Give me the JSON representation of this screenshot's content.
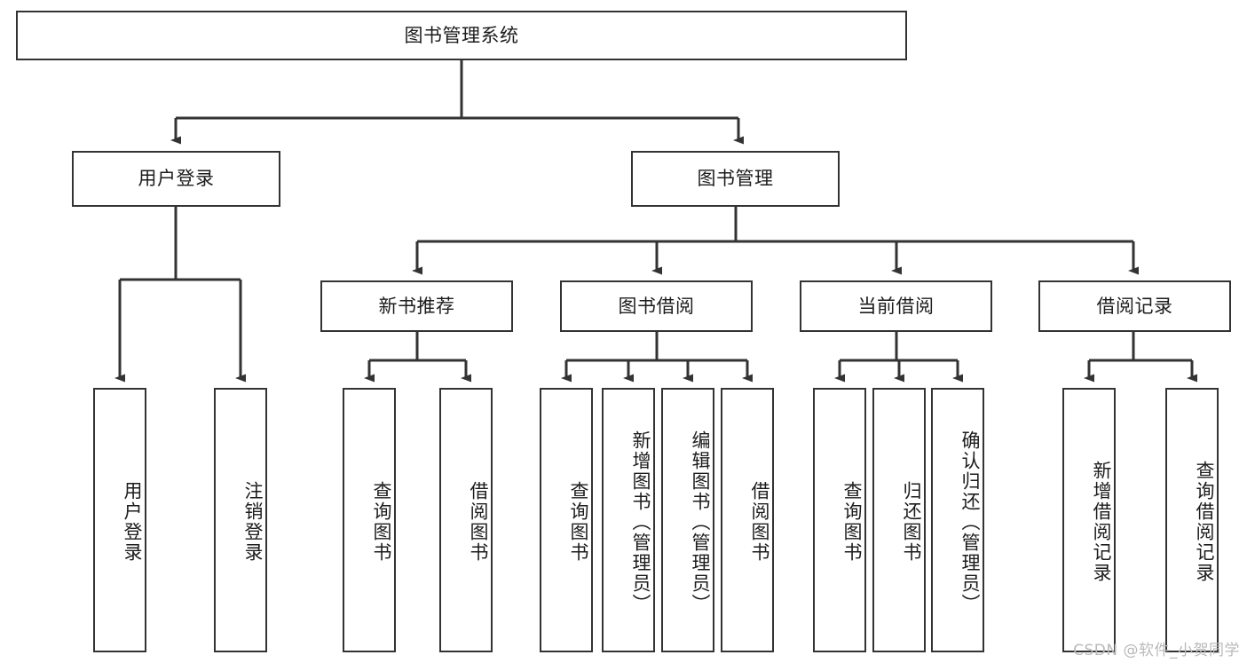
{
  "diagram": {
    "title": "图书管理系统",
    "type": "tree-hierarchy-chart",
    "edge_color": "#333333",
    "box_border_color": "#333333",
    "box_fill_color": "#ffffff",
    "watermark": "CSDN @软件_小贺同学"
  },
  "nodes": {
    "root": {
      "label": "图书管理系统"
    },
    "level2": [
      {
        "id": "user-login",
        "label": "用户登录"
      },
      {
        "id": "book-manage",
        "label": "图书管理"
      }
    ],
    "level3": [
      {
        "id": "new-book-recommend",
        "label": "新书推荐"
      },
      {
        "id": "book-borrow",
        "label": "图书借阅"
      },
      {
        "id": "current-borrow",
        "label": "当前借阅"
      },
      {
        "id": "borrow-record",
        "label": "借阅记录"
      }
    ],
    "leaves": {
      "user_login": [
        {
          "id": "leaf-user-login",
          "label": "用户登录"
        },
        {
          "id": "leaf-logout-login",
          "label": "注销登录"
        }
      ],
      "new_book_recommend": [
        {
          "id": "leaf-query-book-1",
          "label": "查询图书"
        },
        {
          "id": "leaf-borrow-book-1",
          "label": "借阅图书"
        }
      ],
      "book_borrow": [
        {
          "id": "leaf-query-book-2",
          "label": "查询图书"
        },
        {
          "id": "leaf-add-book",
          "label": "新增图书（管理员）"
        },
        {
          "id": "leaf-edit-book",
          "label": "编辑图书（管理员）"
        },
        {
          "id": "leaf-borrow-book-2",
          "label": "借阅图书"
        }
      ],
      "current_borrow": [
        {
          "id": "leaf-query-book-3",
          "label": "查询图书"
        },
        {
          "id": "leaf-return-book",
          "label": "归还图书"
        },
        {
          "id": "leaf-confirm-return",
          "label": "确认归还（管理员）"
        }
      ],
      "borrow_record": [
        {
          "id": "leaf-add-record",
          "label": "新增借阅记录"
        },
        {
          "id": "leaf-query-record",
          "label": "查询借阅记录"
        }
      ]
    }
  }
}
